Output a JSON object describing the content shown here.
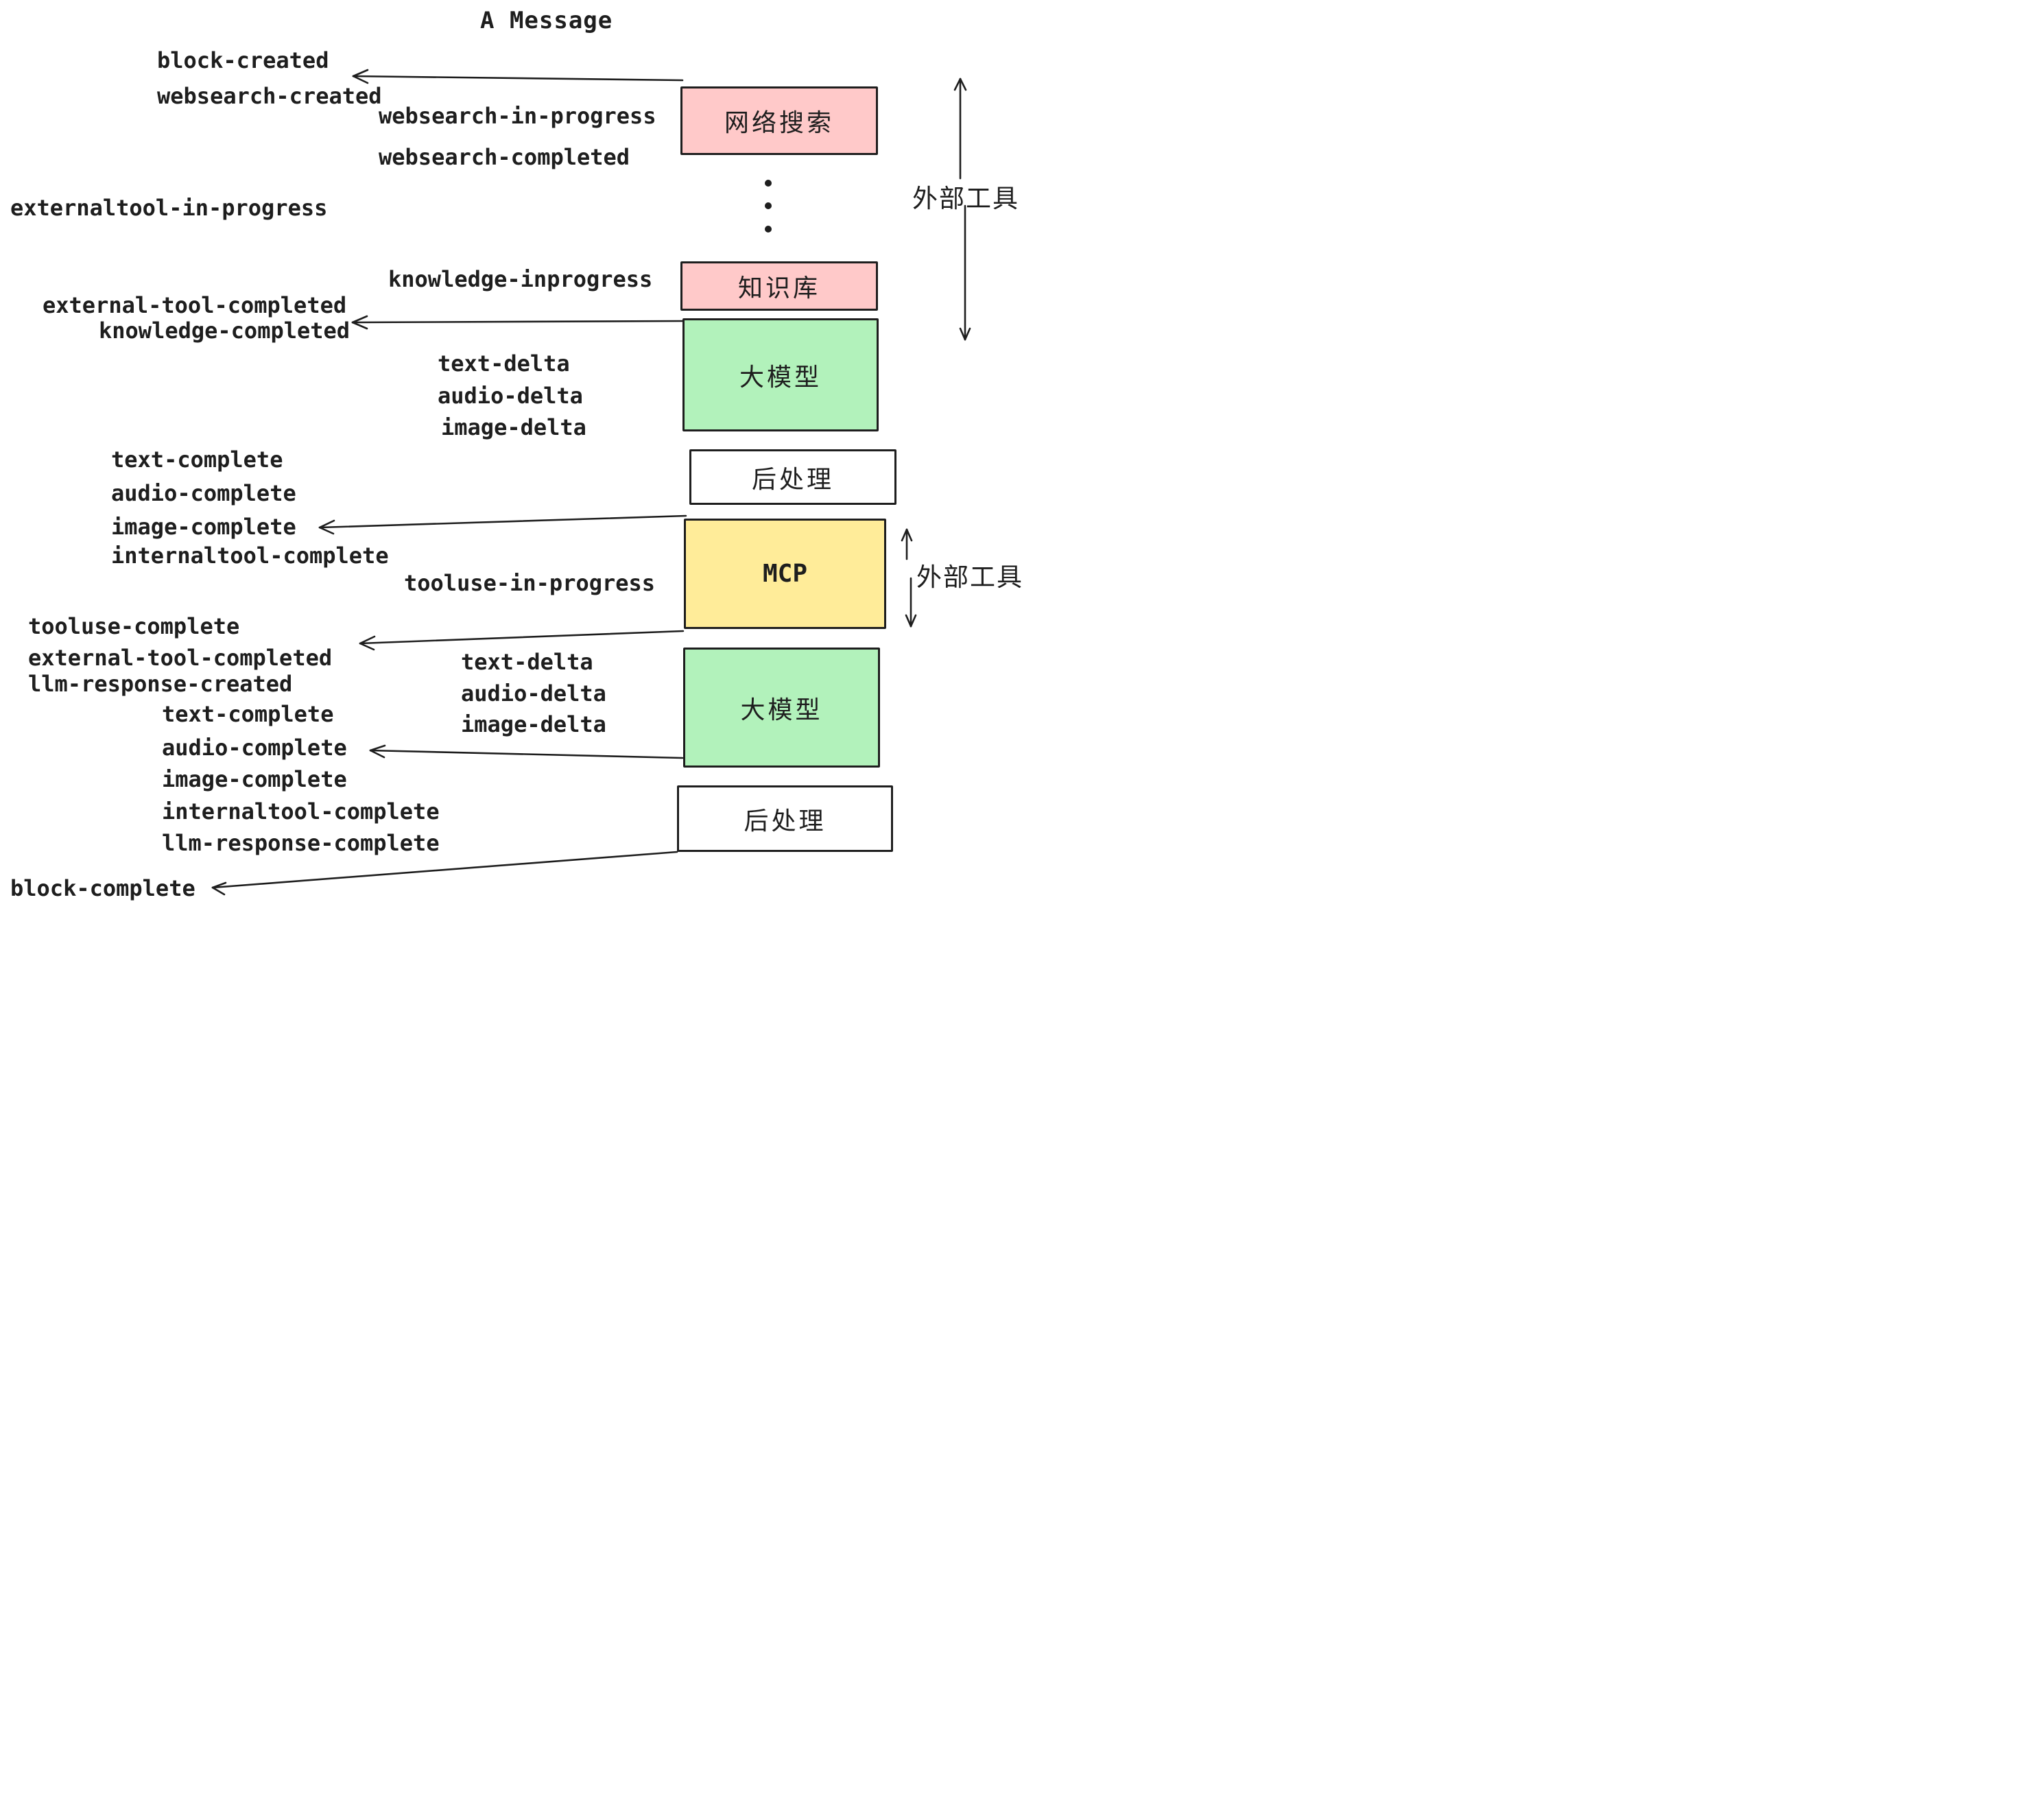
{
  "title": "A Message",
  "colors": {
    "pink": "#ffc9c9",
    "green": "#b2f2bb",
    "yellow": "#ffec99",
    "white": "#ffffff",
    "stroke": "#1e1e1e"
  },
  "boxes": [
    {
      "id": "websearch",
      "label": "网络搜索",
      "color": "#ffc9c9"
    },
    {
      "id": "knowledge",
      "label": "知识库",
      "color": "#ffc9c9"
    },
    {
      "id": "llm-1",
      "label": "大模型",
      "color": "#b2f2bb"
    },
    {
      "id": "postprocess-1",
      "label": "后处理",
      "color": "#ffffff"
    },
    {
      "id": "mcp",
      "label": "MCP",
      "color": "#ffec99"
    },
    {
      "id": "llm-2",
      "label": "大模型",
      "color": "#b2f2bb"
    },
    {
      "id": "postprocess-2",
      "label": "后处理",
      "color": "#ffffff"
    }
  ],
  "side_annotations": [
    {
      "label": "外部工具"
    },
    {
      "label": "外部工具"
    }
  ],
  "events": [
    "block-created",
    "websearch-created",
    "websearch-in-progress",
    "websearch-completed",
    "externaltool-in-progress",
    "knowledge-inprogress",
    "external-tool-completed",
    "knowledge-completed",
    "text-delta",
    "audio-delta",
    "image-delta",
    "text-complete",
    "audio-complete",
    "image-complete",
    "internaltool-complete",
    "tooluse-in-progress",
    "tooluse-complete",
    "external-tool-completed",
    "llm-response-created",
    "text-complete",
    "audio-complete",
    "image-complete",
    "internaltool-complete",
    "llm-response-complete",
    "text-delta",
    "audio-delta",
    "image-delta",
    "block-complete"
  ]
}
